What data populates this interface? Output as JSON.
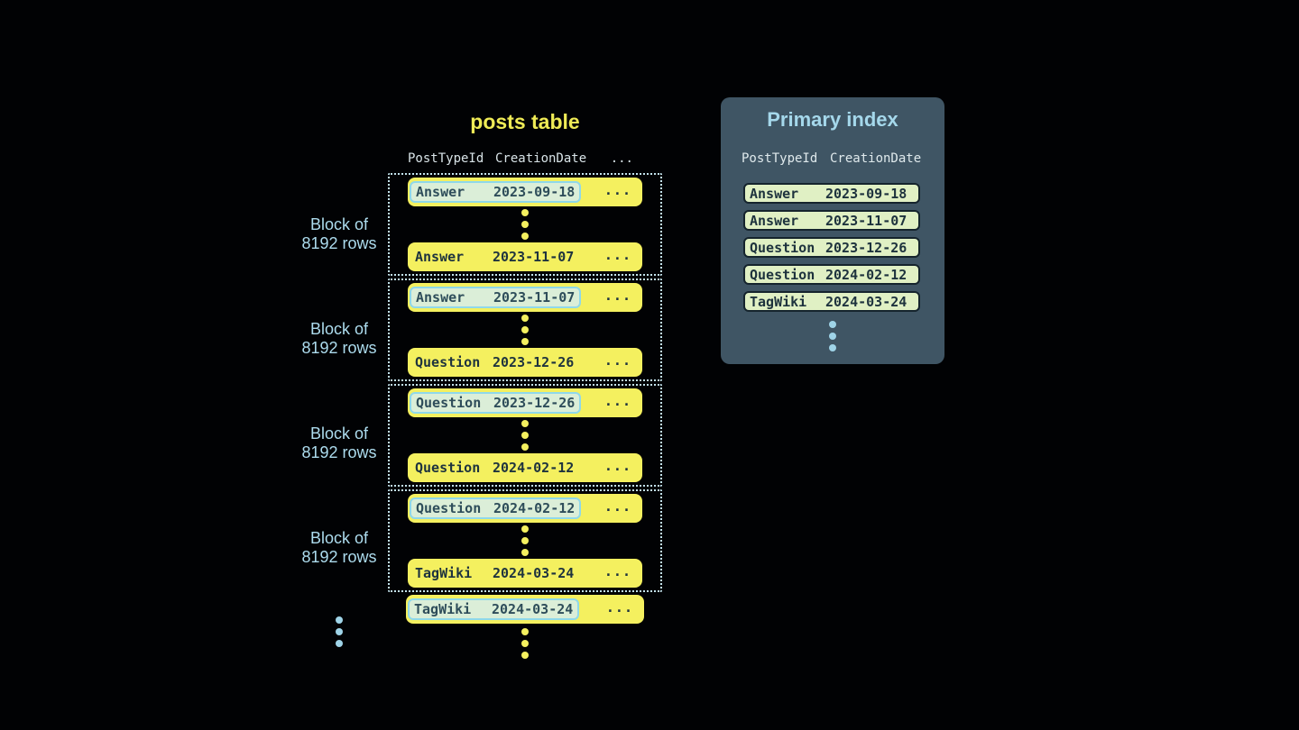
{
  "posts_table": {
    "title": "posts table",
    "columns": {
      "col1": "PostTypeId",
      "col2": "CreationDate",
      "col3": "..."
    },
    "block_label": {
      "line1": "Block of",
      "line2": "8192 rows"
    },
    "ellipsis": "...",
    "blocks": [
      {
        "first": {
          "type": "Answer",
          "date": "2023-09-18"
        },
        "last": {
          "type": "Answer",
          "date": "2023-11-07"
        }
      },
      {
        "first": {
          "type": "Answer",
          "date": "2023-11-07"
        },
        "last": {
          "type": "Question",
          "date": "2023-12-26"
        }
      },
      {
        "first": {
          "type": "Question",
          "date": "2023-12-26"
        },
        "last": {
          "type": "Question",
          "date": "2024-02-12"
        }
      },
      {
        "first": {
          "type": "Question",
          "date": "2024-02-12"
        },
        "last": {
          "type": "TagWiki",
          "date": "2024-03-24"
        }
      }
    ],
    "trailing_row": {
      "type": "TagWiki",
      "date": "2024-03-24"
    }
  },
  "primary_index": {
    "title": "Primary index",
    "columns": {
      "col1": "PostTypeId",
      "col2": "CreationDate"
    },
    "rows": [
      {
        "type": "Answer",
        "date": "2023-09-18"
      },
      {
        "type": "Answer",
        "date": "2023-11-07"
      },
      {
        "type": "Question",
        "date": "2023-12-26"
      },
      {
        "type": "Question",
        "date": "2024-02-12"
      },
      {
        "type": "TagWiki",
        "date": "2024-03-24"
      }
    ]
  },
  "colors": {
    "background": "#010204",
    "row_yellow": "#f4f05f",
    "title_yellow": "#efeb56",
    "label_blue": "#addcee",
    "header_text": "#d8e3e7",
    "dotted_border": "#c3e3ed",
    "highlight_bg": "#dbeed8",
    "highlight_border": "#8fd8ea",
    "dark_text": "#1e333e",
    "panel_bg": "#3f5564",
    "panel_title": "#a5d8eb",
    "index_row_bg": "#e0f0c4",
    "index_row_border": "#15242d",
    "blue_dot": "#9fd4e8"
  }
}
